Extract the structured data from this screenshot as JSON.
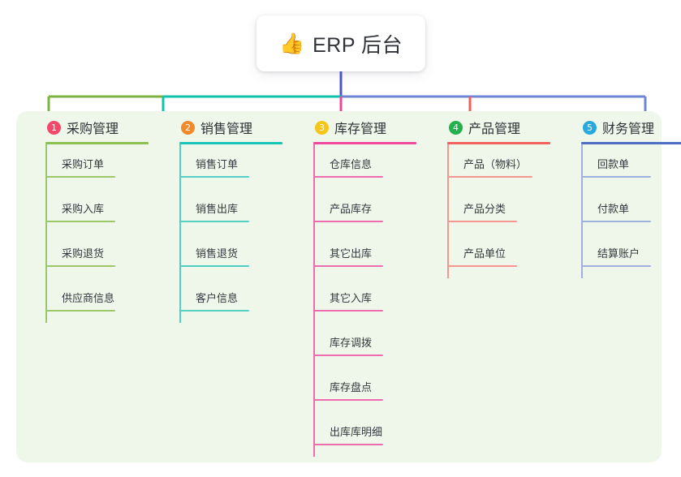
{
  "root": {
    "icon": "thumbs-up-icon",
    "icon_glyph": "👍",
    "title": "ERP 后台"
  },
  "palette": {
    "panel_background": "#eef7e9",
    "page_background": "#ffffff",
    "stem_center": "#4a56c4",
    "col_green": "#7cb342",
    "col_teal": "#12c2ae",
    "col_pink": "#ec4899",
    "col_red": "#f2605a",
    "col_blue": "#6f86d6",
    "badge_1": "#f2496b",
    "badge_2": "#f08a2a",
    "badge_3": "#f5c518",
    "badge_4": "#22b14c",
    "badge_5": "#29a8e0",
    "rule_green": "#8cc152",
    "rule_teal": "#17c6b4",
    "rule_pink": "#ef4aa0",
    "rule_red": "#f0625c",
    "rule_blue": "#4f6fc4",
    "leaf_green": "#9cc86a",
    "leaf_teal": "#54cfc4",
    "leaf_pink": "#ef6bb0",
    "leaf_red": "#f59691",
    "leaf_blue": "#9db2de",
    "title_text": "#2f3337",
    "leaf_text": "#333a3f"
  },
  "columns": [
    {
      "number": "1",
      "title": "采购管理",
      "badge_color": "#f2496b",
      "rule_color": "#8cc152",
      "leaf_color": "#9cc86a",
      "connector_color": "#7cb342",
      "leaves": [
        {
          "label": "采购订单"
        },
        {
          "label": "采购入库"
        },
        {
          "label": "采购退货"
        },
        {
          "label": "供应商信息"
        }
      ]
    },
    {
      "number": "2",
      "title": "销售管理",
      "badge_color": "#f08a2a",
      "rule_color": "#17c6b4",
      "leaf_color": "#54cfc4",
      "connector_color": "#12c2ae",
      "leaves": [
        {
          "label": "销售订单"
        },
        {
          "label": "销售出库"
        },
        {
          "label": "销售退货"
        },
        {
          "label": "客户信息"
        }
      ]
    },
    {
      "number": "3",
      "title": "库存管理",
      "badge_color": "#f5c518",
      "rule_color": "#ef4aa0",
      "leaf_color": "#ef6bb0",
      "connector_color": "#ec4899",
      "leaves": [
        {
          "label": "仓库信息"
        },
        {
          "label": "产品库存"
        },
        {
          "label": "其它出库"
        },
        {
          "label": "其它入库"
        },
        {
          "label": "库存调拨"
        },
        {
          "label": "库存盘点"
        },
        {
          "label": "出库库明细"
        }
      ]
    },
    {
      "number": "4",
      "title": "产品管理",
      "badge_color": "#22b14c",
      "rule_color": "#f0625c",
      "leaf_color": "#f59691",
      "connector_color": "#f2605a",
      "leaves": [
        {
          "label": "产品（物料）",
          "wide": true
        },
        {
          "label": "产品分类"
        },
        {
          "label": "产品单位"
        }
      ]
    },
    {
      "number": "5",
      "title": "财务管理",
      "badge_color": "#29a8e0",
      "rule_color": "#4f6fc4",
      "leaf_color": "#9db2de",
      "connector_color": "#6f86d6",
      "leaves": [
        {
          "label": "回款单"
        },
        {
          "label": "付款单"
        },
        {
          "label": "结算账户"
        }
      ]
    }
  ]
}
